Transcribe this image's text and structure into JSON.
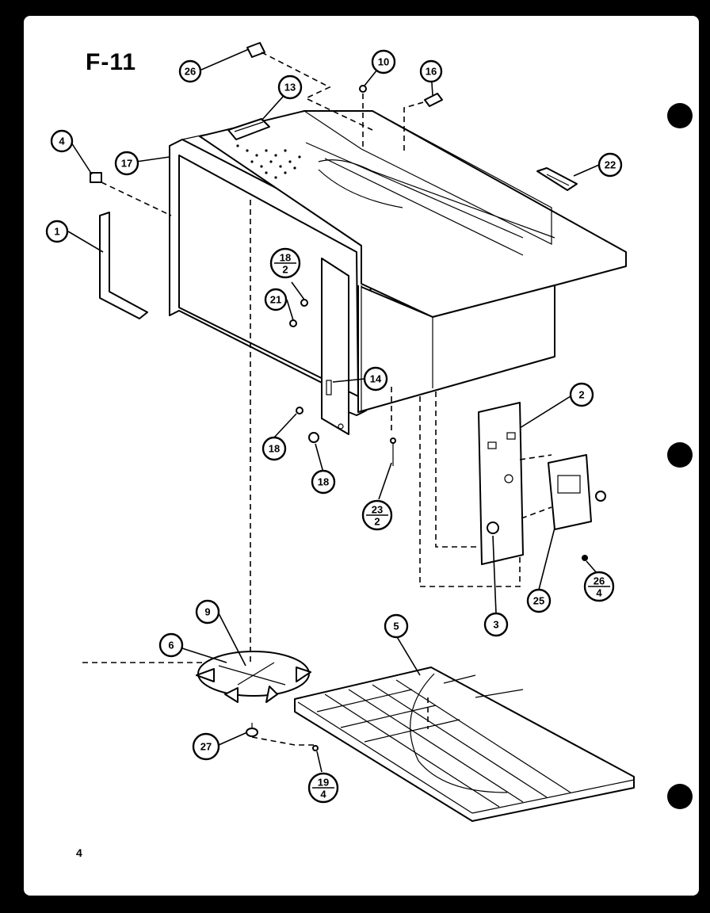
{
  "figure_id": "F-11",
  "page_number": "4",
  "callouts": [
    {
      "id": "c-26-top",
      "label": "26",
      "sub": ""
    },
    {
      "id": "c-13",
      "label": "13",
      "sub": ""
    },
    {
      "id": "c-10",
      "label": "10",
      "sub": ""
    },
    {
      "id": "c-16",
      "label": "16",
      "sub": ""
    },
    {
      "id": "c-22",
      "label": "22",
      "sub": ""
    },
    {
      "id": "c-4",
      "label": "4",
      "sub": ""
    },
    {
      "id": "c-17",
      "label": "17",
      "sub": ""
    },
    {
      "id": "c-1",
      "label": "1",
      "sub": ""
    },
    {
      "id": "c-18-2",
      "label": "18",
      "sub": "2"
    },
    {
      "id": "c-21",
      "label": "21",
      "sub": ""
    },
    {
      "id": "c-14",
      "label": "14",
      "sub": ""
    },
    {
      "id": "c-18a",
      "label": "18",
      "sub": ""
    },
    {
      "id": "c-18b",
      "label": "18",
      "sub": ""
    },
    {
      "id": "c-23-2",
      "label": "23",
      "sub": "2"
    },
    {
      "id": "c-2",
      "label": "2",
      "sub": ""
    },
    {
      "id": "c-3",
      "label": "3",
      "sub": ""
    },
    {
      "id": "c-25",
      "label": "25",
      "sub": ""
    },
    {
      "id": "c-26-4",
      "label": "26",
      "sub": "4"
    },
    {
      "id": "c-9",
      "label": "9",
      "sub": ""
    },
    {
      "id": "c-6",
      "label": "6",
      "sub": ""
    },
    {
      "id": "c-5",
      "label": "5",
      "sub": ""
    },
    {
      "id": "c-27",
      "label": "27",
      "sub": ""
    },
    {
      "id": "c-19-4",
      "label": "19",
      "sub": "4"
    }
  ]
}
